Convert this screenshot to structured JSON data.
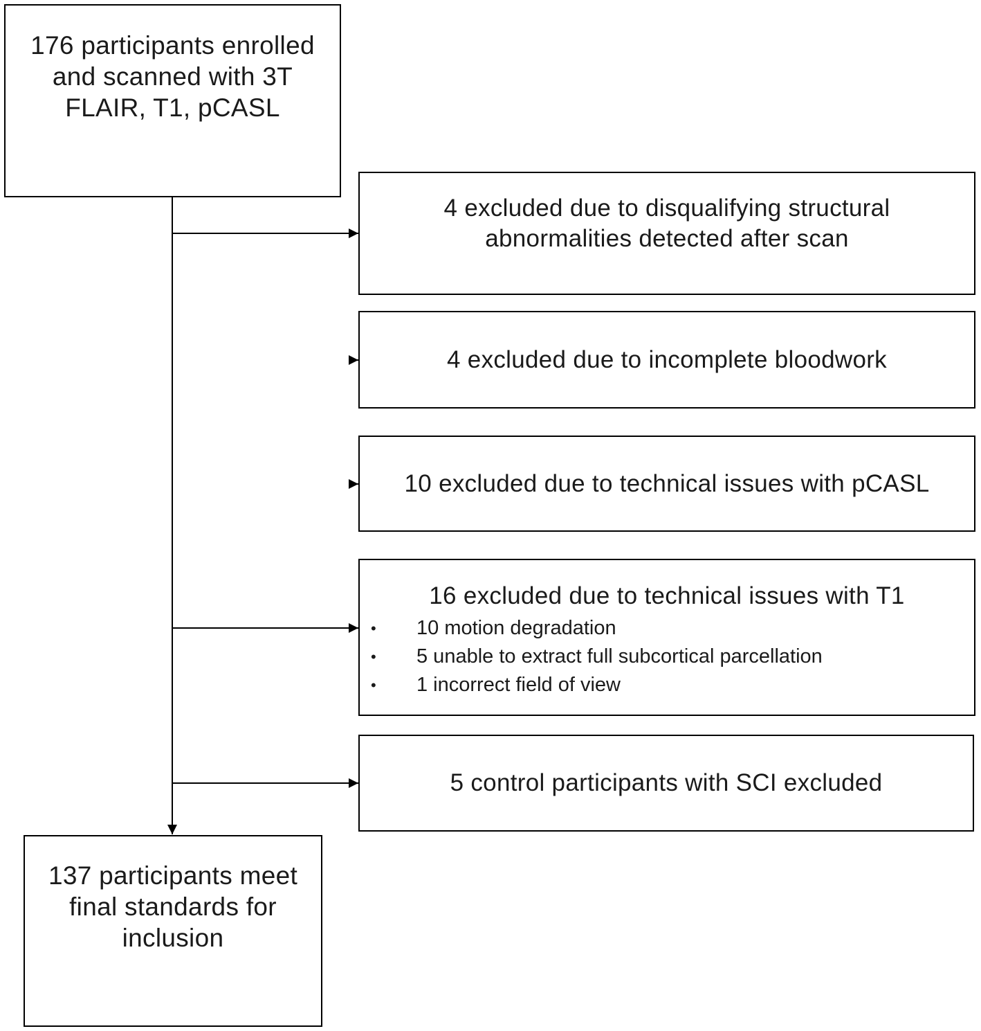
{
  "flowchart": {
    "start": {
      "lines": [
        "176 participants enrolled",
        "and scanned with 3T",
        "FLAIR, T1, pCASL"
      ]
    },
    "exclusions": [
      {
        "lines": [
          "4 excluded due to disqualifying structural",
          "abnormalities detected after scan"
        ]
      },
      {
        "lines": [
          "4 excluded due to incomplete bloodwork"
        ]
      },
      {
        "lines": [
          "10 excluded due to technical issues with pCASL"
        ]
      },
      {
        "title": "16 excluded due to technical issues with T1",
        "bullets": [
          "10 motion degradation",
          "5 unable to extract full subcortical parcellation",
          "1 incorrect field of view"
        ]
      },
      {
        "lines": [
          "5 control participants with SCI excluded"
        ]
      }
    ],
    "end": {
      "lines": [
        "137 participants meet",
        "final standards for",
        "inclusion"
      ]
    },
    "bullet_symbol": "•"
  }
}
